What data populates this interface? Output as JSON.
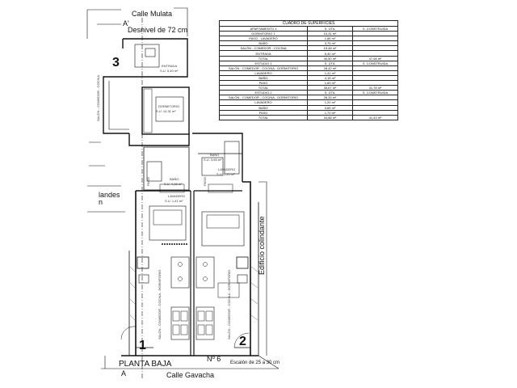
{
  "labels": {
    "street_top": "Calle Mulata",
    "section_top": "A'",
    "desnivel": "Desnivel de 72 cm",
    "unit3": "3",
    "entrada": "ENTRADA",
    "entrada_su": "S.U. 5,40 m²",
    "dormitorio_plan": "DORMITORIO",
    "dormitorio_su": "S.U. 10,31 m²",
    "bano_left": "BAÑO",
    "bano_left_su": "S.U. 4,15 m²",
    "bano_right": "BAÑO",
    "bano_right_su": "S.U. 3,65 m²",
    "lavadero_left": "LAVADERO",
    "lavadero_left_su": "S.U. 1,41 m²",
    "lavadero_right": "LAVADERO",
    "lavadero_right_su": "S.U. 1,20 m²",
    "paso_left": "PASO",
    "paso_right": "PASO",
    "salon_left": "SALÓN - COMEDOR - COCINA - DORMITORIO",
    "salon_right": "SALÓN - COMEDOR - COCINA - DORMITORIO",
    "salon_top": "SALÓN - COMEDOR - COCINA",
    "left_cut_1": "landes",
    "left_cut_2": "n",
    "edificio": "Edificio colindante",
    "unit1": "1",
    "unit2": "2",
    "planta": "PLANTA BAJA",
    "numero": "Nº 6",
    "escalon": "Escalón de 25 a 30 cm",
    "street_bottom": "Calle Gavacha",
    "section_bottom": "A"
  },
  "table": {
    "title": "CUADRO DE SUPERFICIES",
    "rows": [
      [
        "APARTAMENTO 3",
        "S. ÚTIL",
        "S. CONSTRUIDA"
      ],
      [
        "DORMITORIO 1",
        "10,31 m²",
        ""
      ],
      [
        "PASO - LAVADERO",
        "1,86 m²",
        ""
      ],
      [
        "BAÑO",
        "3,75 m²",
        ""
      ],
      [
        "SALÓN - COMEDOR - COCINA",
        "19,48 m²",
        ""
      ],
      [
        "ENTRADA",
        "5,40 m²",
        ""
      ],
      [
        "TOTAL",
        "40,50 m²",
        "47,08 m²"
      ],
      [
        "ESTUDIO 1",
        "S. ÚTIL",
        "S. CONSTRUIDA"
      ],
      [
        "SALÓN - COMEDOR - COCINA - DORMITORIO",
        "28,42 m²",
        ""
      ],
      [
        "LAVADERO",
        "1,41 m²",
        ""
      ],
      [
        "BAÑO",
        "4,15 m²",
        ""
      ],
      [
        "PASO",
        "1,69 m²",
        ""
      ],
      [
        "TOTAL",
        "35,67 m²",
        "41,78 m²"
      ],
      [
        "ESTUDIO 2",
        "S. ÚTIL",
        "S. CONSTRUIDA"
      ],
      [
        "SALÓN - COMEDOR - COCINA - DORMITORIO",
        "28,33 m²",
        ""
      ],
      [
        "LAVADERO",
        "1,20 m²",
        ""
      ],
      [
        "BAÑO",
        "3,65 m²",
        ""
      ],
      [
        "PASO",
        "1,70 m²",
        ""
      ],
      [
        "TOTAL",
        "34,88 m²",
        "41,43 m²"
      ]
    ]
  }
}
